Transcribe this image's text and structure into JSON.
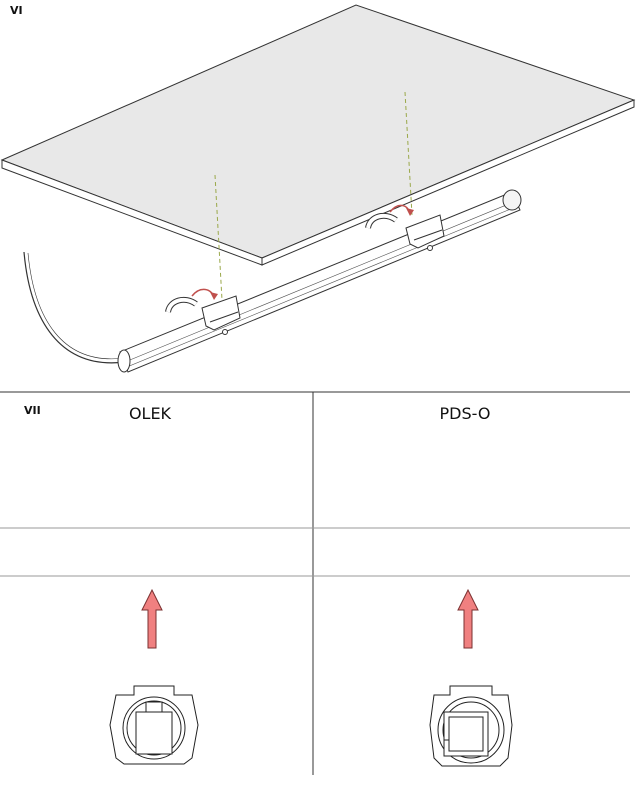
{
  "step_vi": {
    "label": "VI"
  },
  "step_vii": {
    "label": "VII"
  },
  "columns": [
    {
      "title": "OLEK"
    },
    {
      "title": "PDS-O"
    }
  ],
  "colors": {
    "arrow_fill": "#f08080",
    "arrow_stroke": "#7a3030",
    "guide_line": "#9aa84a",
    "rotate_arrow": "#c0504d",
    "panel_top": "#e8e8e8",
    "grid_line": "#999999"
  },
  "icons": [
    "ceiling-panel",
    "led-profile-tube",
    "mounting-clip",
    "rotate-arrow-icon",
    "up-arrow-icon",
    "profile-cross-section"
  ]
}
